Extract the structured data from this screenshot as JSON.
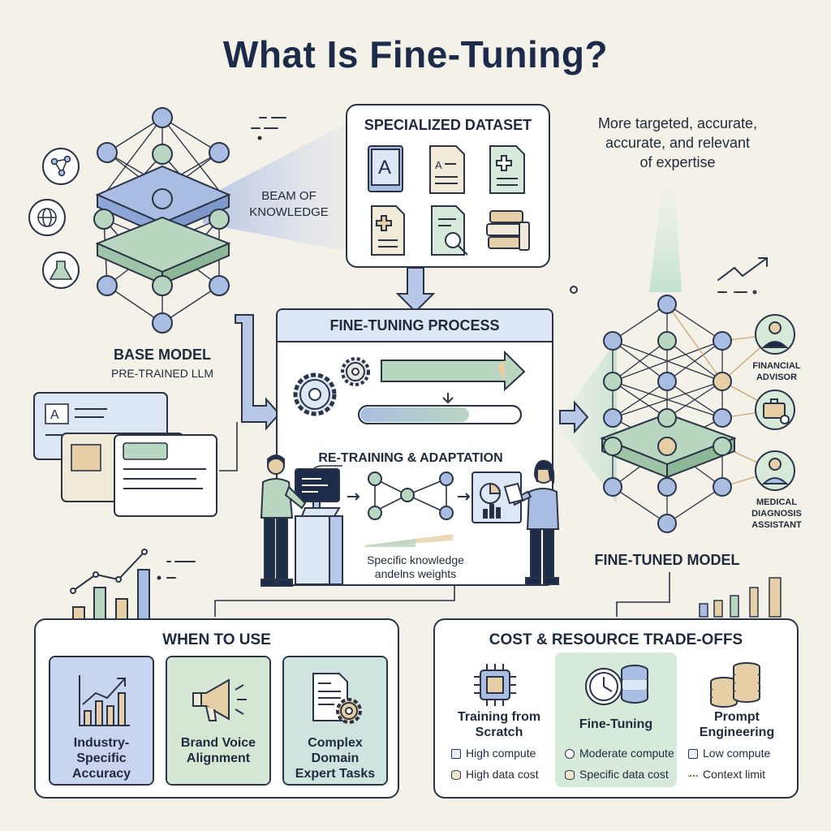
{
  "title": "What Is Fine-Tuning?",
  "base_model": {
    "title": "BASE MODEL",
    "subtitle": "PRE-TRAINED LLM",
    "beam_label_line1": "BEAM OF",
    "beam_label_line2": "KNOWLEDGE"
  },
  "dataset": {
    "title": "SPECIALIZED DATASET"
  },
  "note": {
    "line1": "More targeted, accurate,",
    "line2": "accurate, and relevant",
    "line3": "of expertise"
  },
  "process": {
    "title": "FINE-TUNING PROCESS",
    "subtitle": "RE-TRAINING & ADAPTATION",
    "caption_line1": "Specific knowledge",
    "caption_line2": "andelns weights"
  },
  "fine_tuned": {
    "title": "FINE-TUNED MODEL",
    "roles": [
      {
        "line1": "FINANCIAL",
        "line2": "ADVISOR",
        "line3": ""
      },
      {
        "line1": "MEDICAL",
        "line2": "DIAGNOSIS",
        "line3": "ASSISTANT"
      }
    ]
  },
  "when_to_use": {
    "title": "WHEN TO USE",
    "cards": [
      {
        "line1": "Industry-Specific",
        "line2": "Accuracy",
        "color": "#c9d5ee"
      },
      {
        "line1": "Brand Voice",
        "line2": "Alignment",
        "color": "#d5e6d5"
      },
      {
        "line1": "Complex Domain",
        "line2": "Expert Tasks",
        "color": "#cfe3df"
      }
    ]
  },
  "tradeoffs": {
    "title": "COST & RESOURCE TRADE-OFFS",
    "columns": [
      {
        "line1": "Training from",
        "line2": "Scratch",
        "row1": "High compute",
        "row2": "High data cost"
      },
      {
        "line1": "Fine-Tuning",
        "line2": "",
        "row1": "Moderate compute",
        "row2": "Specific data cost"
      },
      {
        "line1": "Prompt",
        "line2": "Engineering",
        "row1": "Low compute",
        "row2": "Context limit"
      }
    ]
  },
  "colors": {
    "navy": "#1d2b4a",
    "blue": "#a9bde3",
    "green": "#b9d6c0",
    "sand": "#e6cfa6",
    "accent_green": "#d7e9d8"
  }
}
